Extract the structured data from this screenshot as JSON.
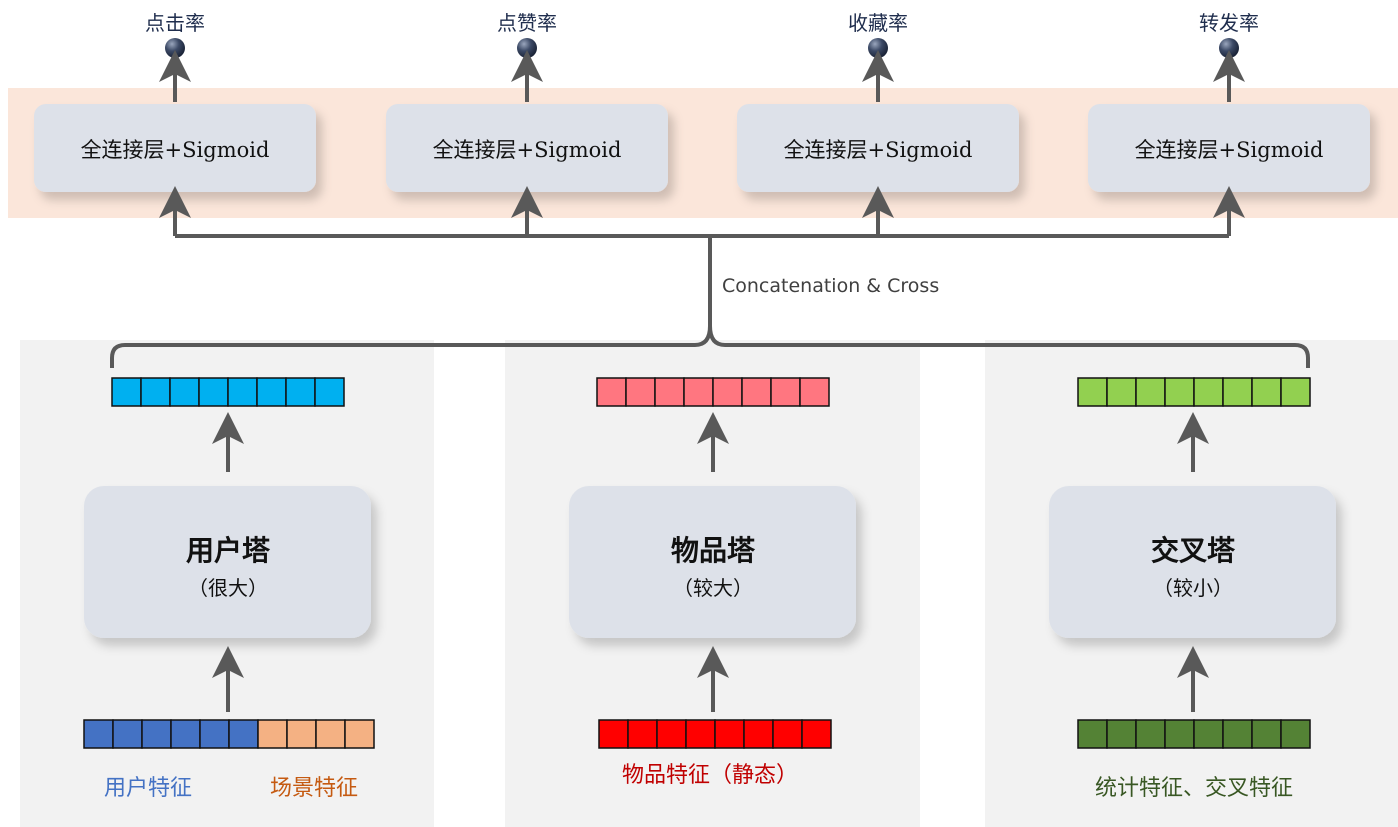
{
  "outputs": [
    {
      "label": "点击率",
      "head": "全连接层+Sigmoid"
    },
    {
      "label": "点赞率",
      "head": "全连接层+Sigmoid"
    },
    {
      "label": "收藏率",
      "head": "全连接层+Sigmoid"
    },
    {
      "label": "转发率",
      "head": "全连接层+Sigmoid"
    }
  ],
  "merge_label": "Concatenation & Cross",
  "towers": [
    {
      "name": "用户塔",
      "size": "（很大）",
      "embedding_color": "#00b0f0",
      "embedding_cells": 8
    },
    {
      "name": "物品塔",
      "size": "（较大）",
      "embedding_color": "#ff7680",
      "embedding_cells": 8
    },
    {
      "name": "交叉塔",
      "size": "（较小）",
      "embedding_color": "#92d050",
      "embedding_cells": 8
    }
  ],
  "inputs": {
    "user": {
      "label_a": "用户特征",
      "color_a": "#4472c4",
      "cells_a": 6,
      "label_b": "场景特征",
      "color_b": "#f4b183",
      "cells_b": 4,
      "label_a_color": "#4472c4",
      "label_b_color": "#c55a11"
    },
    "item": {
      "label": "物品特征（静态）",
      "color": "#ff0000",
      "cells": 8,
      "label_color": "#c00000"
    },
    "cross": {
      "label": "统计特征、交叉特征",
      "color": "#548235",
      "cells": 8,
      "label_color": "#385723"
    }
  },
  "colors": {
    "head_band": "#fbe6da",
    "panel": "#f2f2f2",
    "box": "#dde1e9",
    "arrow": "#595959",
    "node": "#2e3a52"
  }
}
